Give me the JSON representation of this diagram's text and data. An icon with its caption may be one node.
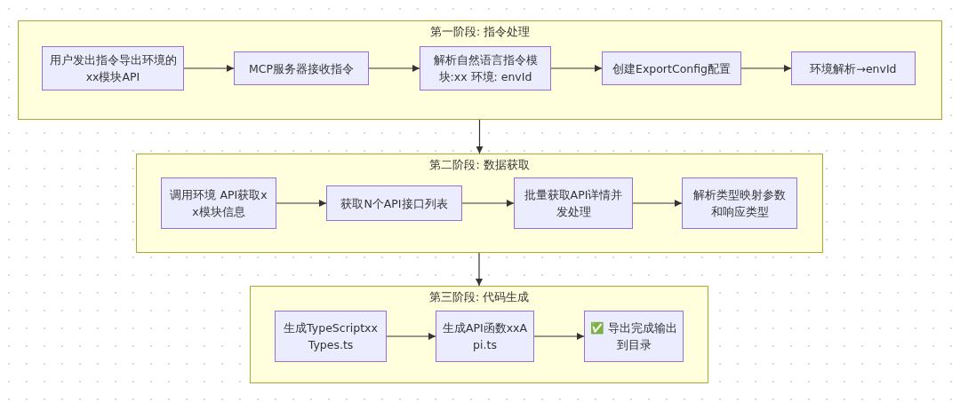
{
  "diagram": {
    "nodes": [
      {
        "text": [
          "第一阶段: 指令处理"
        ]
      },
      {
        "text": [
          "用户发出指令导出环境的xx模块API"
        ],
        "in": 0
      },
      {
        "text": [
          "MCP服务器接收指令"
        ],
        "in": 0
      },
      {
        "text": [
          "解析自然语言指令模块:xx 环境: envId"
        ],
        "in": 0
      },
      {
        "text": [
          "创建ExportConfig配置"
        ],
        "in": 0
      },
      {
        "text": [
          "环境解析→envId"
        ],
        "in": 0
      },
      {
        "text": [
          "第二阶段: 数据获取"
        ]
      },
      {
        "text": [
          "调用环境 API获取xx模块信息"
        ],
        "in": 6
      },
      {
        "text": [
          "获取N个API接口列表"
        ],
        "in": 6
      },
      {
        "text": [
          "批量获取API详情并发处理"
        ],
        "in": 6
      },
      {
        "text": [
          "解析类型映射参数和响应类型"
        ],
        "in": 6
      },
      {
        "text": [
          "第三阶段: 代码生成"
        ]
      },
      {
        "text": [
          "生成TypeScriptxxTypes.ts"
        ],
        "in": 11
      },
      {
        "text": [
          "生成API函数xxApi.ts"
        ],
        "in": 11
      },
      {
        "text": [
          "✅ 导出完成输出到目录"
        ],
        "in": 11
      }
    ],
    "edges": [
      {
        "from": 1,
        "to": 2,
        "arrow": "to"
      },
      {
        "from": 2,
        "to": 3,
        "arrow": "to"
      },
      {
        "from": 3,
        "to": 4,
        "arrow": "to"
      },
      {
        "from": 4,
        "to": 5,
        "arrow": "to"
      },
      {
        "from": 0,
        "to": 6,
        "arrow": "to"
      },
      {
        "from": 7,
        "to": 8,
        "arrow": "to"
      },
      {
        "from": 8,
        "to": 9,
        "arrow": "to"
      },
      {
        "from": 9,
        "to": 10,
        "arrow": "to"
      },
      {
        "from": 6,
        "to": 11,
        "arrow": "to"
      },
      {
        "from": 12,
        "to": 13,
        "arrow": "to"
      },
      {
        "from": 13,
        "to": 14,
        "arrow": "to"
      }
    ]
  }
}
